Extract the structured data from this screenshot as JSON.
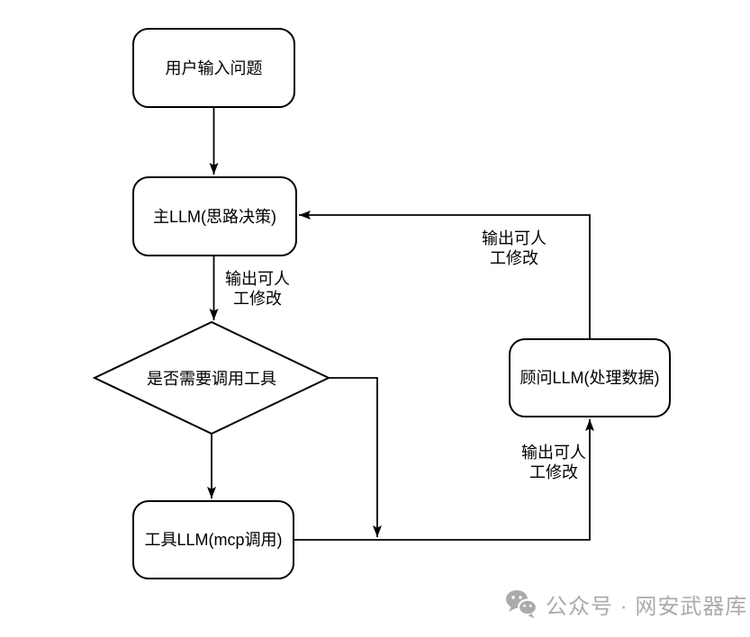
{
  "diagram": {
    "type": "flowchart",
    "nodes": {
      "user_input": {
        "label": "用户输入问题",
        "shape": "rounded-rect"
      },
      "main_llm": {
        "label": "主LLM(思路决策)",
        "shape": "rounded-rect"
      },
      "decision": {
        "label": "是否需要调用工具",
        "shape": "diamond"
      },
      "tool_llm": {
        "label": "工具LLM(mcp调用)",
        "shape": "rounded-rect"
      },
      "advisor_llm": {
        "label": "顾问LLM(处理数据)",
        "shape": "rounded-rect"
      }
    },
    "edges": [
      {
        "from": "user_input",
        "to": "main_llm",
        "label": ""
      },
      {
        "from": "main_llm",
        "to": "decision",
        "label": "输出可人\n工修改"
      },
      {
        "from": "decision",
        "to": "tool_llm",
        "label": ""
      },
      {
        "from": "decision",
        "to": "junction",
        "label": ""
      },
      {
        "from": "tool_llm",
        "to": "advisor_llm",
        "label": "输出可人\n工修改"
      },
      {
        "from": "advisor_llm",
        "to": "main_llm",
        "label": "输出可人\n工修改"
      }
    ],
    "edge_labels": {
      "main_to_decision": "输出可人\n工修改",
      "tool_to_advisor": "输出可人\n工修改",
      "advisor_to_main": "输出可人\n工修改"
    },
    "colors": {
      "line": "#000000",
      "node_fill": "#ffffff",
      "node_border": "#000000",
      "text": "#000000",
      "watermark": "#ababab",
      "background": "#ffffff"
    }
  },
  "watermark": {
    "icon": "wechat-icon",
    "text": "公众号 · 网安武器库"
  }
}
